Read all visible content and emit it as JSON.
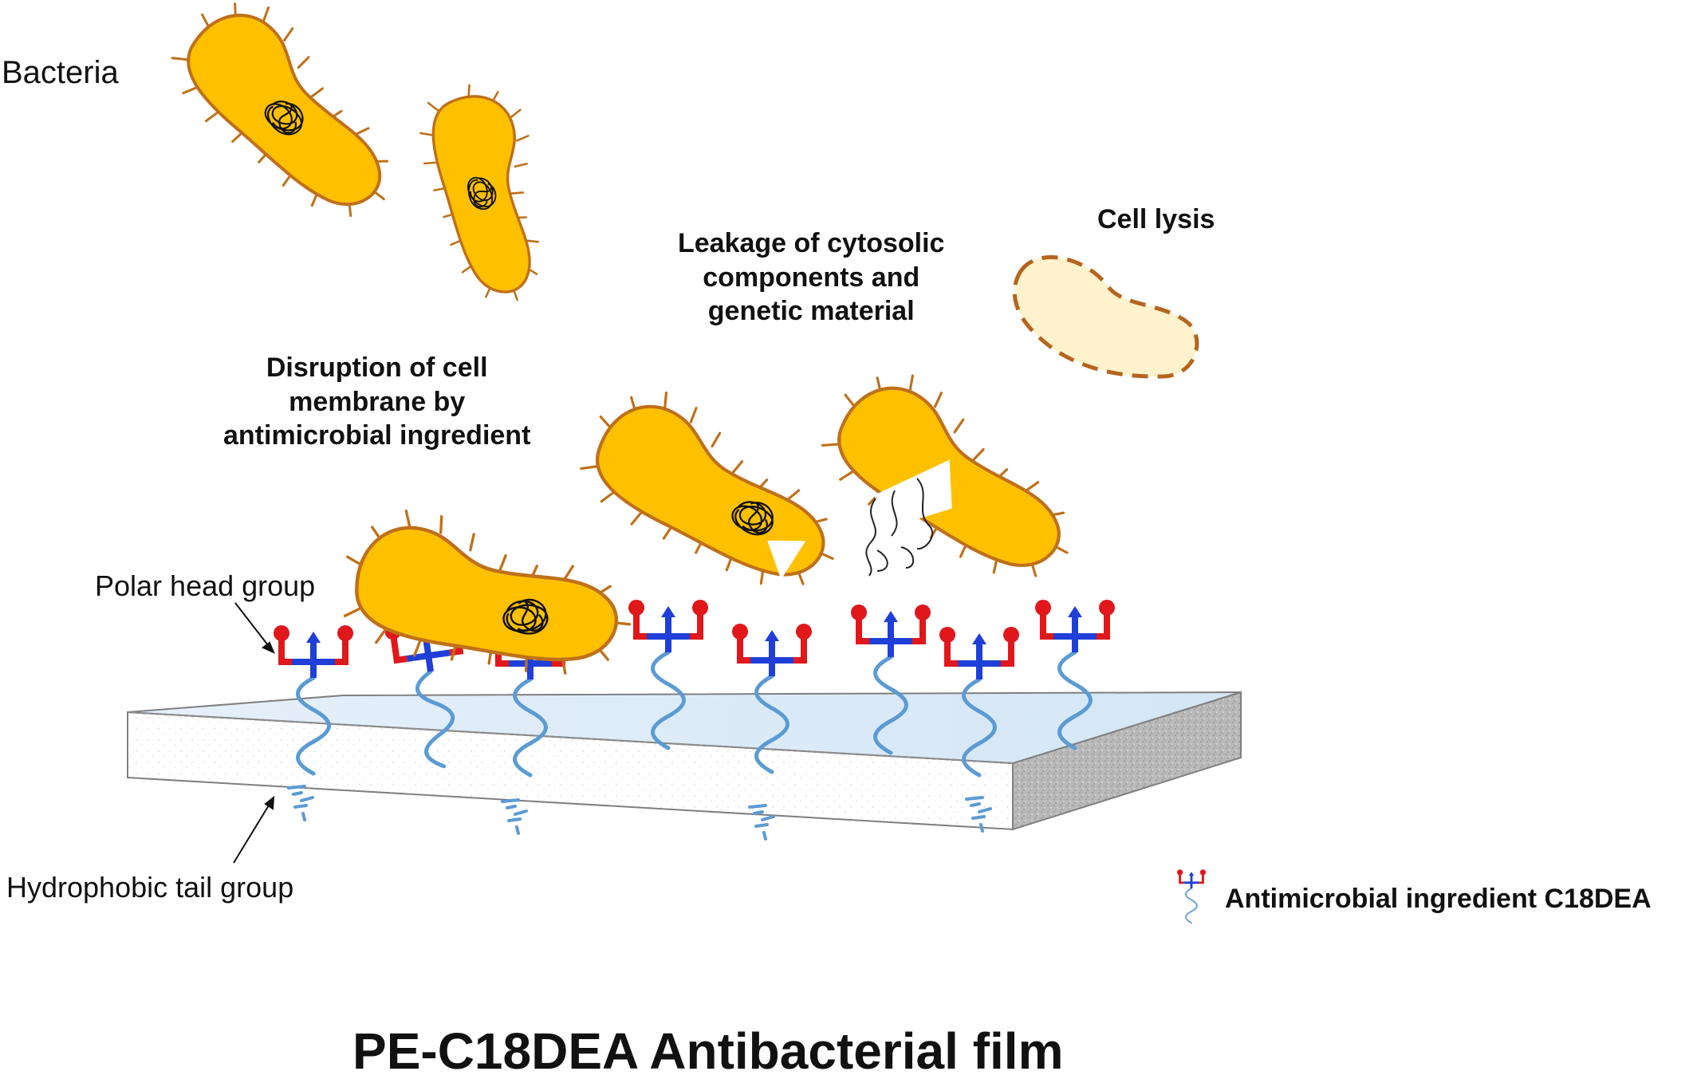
{
  "labels": {
    "bacteria": "Bacteria",
    "cell_lysis": "Cell lysis",
    "leakage": [
      "Leakage of cytosolic",
      "components and",
      "genetic material"
    ],
    "disruption": [
      "Disruption of cell",
      "membrane by",
      "antimicrobial ingredient"
    ],
    "polar_head": "Polar head group",
    "hydrophobic_tail": "Hydrophobic tail group",
    "legend": "Antimicrobial ingredient C18DEA",
    "film_title": "PE-C18DEA Antibacterial film"
  },
  "colors": {
    "bacterium_fill": "#FFC000",
    "bacterium_outline": "#C0701A",
    "lysed_fill": "#FFF2CC",
    "polar_head_red": "#E0181B",
    "polar_head_blue": "#1F3FD8",
    "tail_blue": "#5B9BD5",
    "film_top": "#DDEBF7",
    "film_side": "#BDBDBD"
  }
}
